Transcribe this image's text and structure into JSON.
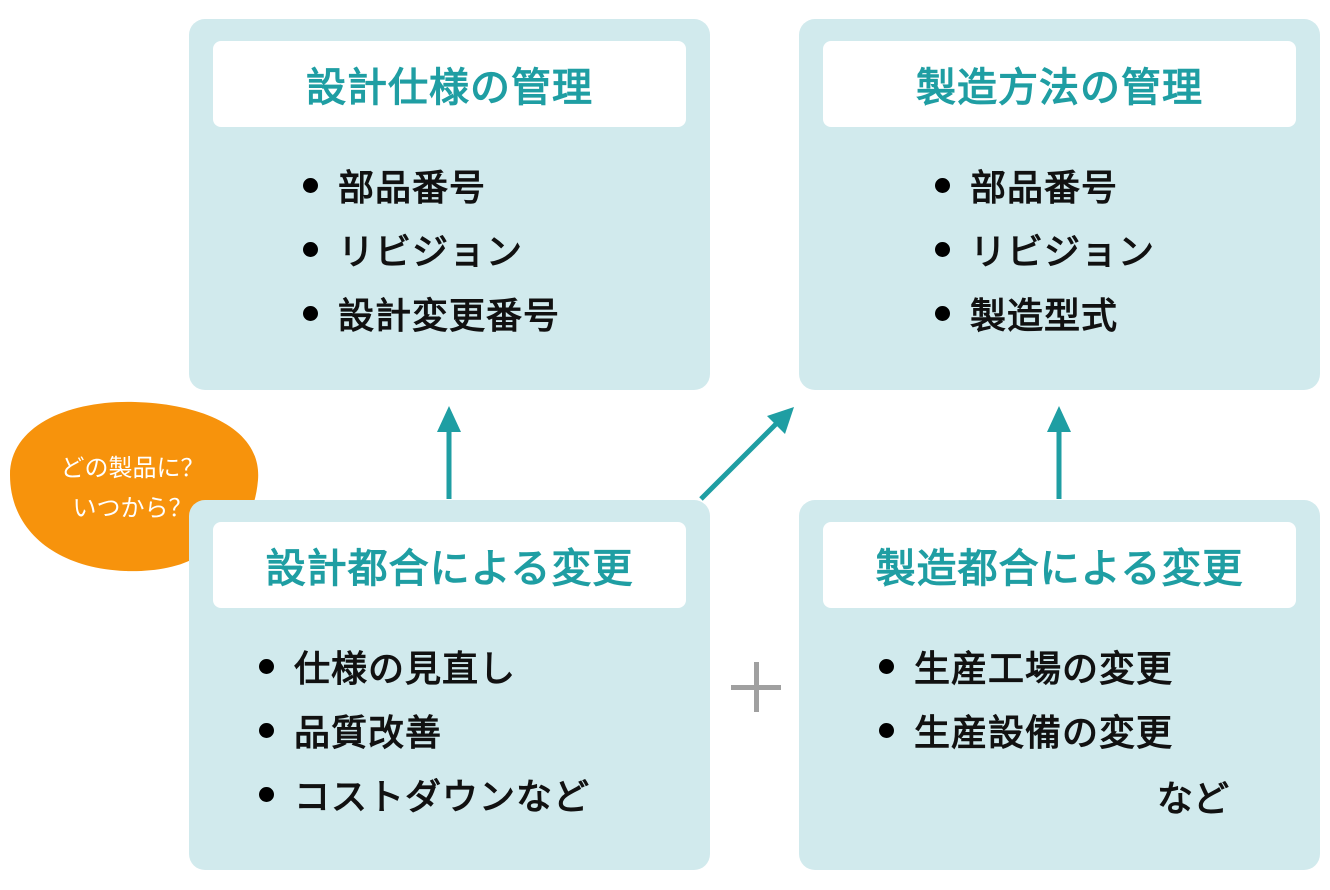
{
  "colors": {
    "box_bg": "#d1eaed",
    "header_bg": "#ffffff",
    "title_text": "#1f9ea3",
    "arrow": "#1f9ea3",
    "bubble": "#f7930c",
    "plus": "#a0a0a0"
  },
  "boxes": {
    "design_spec": {
      "title": "設計仕様の管理",
      "items": [
        "部品番号",
        "リビジョン",
        "設計変更番号"
      ]
    },
    "manufacturing_method": {
      "title": "製造方法の管理",
      "items": [
        "部品番号",
        "リビジョン",
        "製造型式"
      ]
    },
    "design_change": {
      "title": "設計都合による変更",
      "items": [
        "仕様の見直し",
        "品質改善",
        "コストダウンなど"
      ]
    },
    "manufacturing_change": {
      "title": "製造都合による変更",
      "items": [
        "生産工場の変更",
        "生産設備の変更"
      ],
      "suffix": "など"
    }
  },
  "bubble": {
    "lines": [
      "どの製品に？",
      "いつから？"
    ]
  },
  "connectors": {
    "plus_symbol": "+",
    "arrows": [
      {
        "from": "design_change",
        "to": "design_spec"
      },
      {
        "from": "design_change",
        "to": "manufacturing_method"
      },
      {
        "from": "manufacturing_change",
        "to": "manufacturing_method"
      }
    ]
  }
}
